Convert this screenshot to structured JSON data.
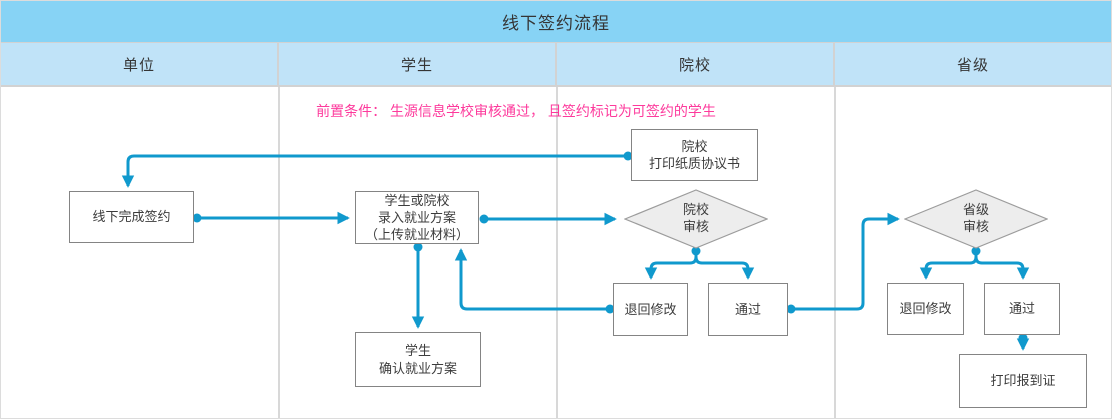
{
  "title": "线下签约流程",
  "lanes": [
    {
      "label": "单位"
    },
    {
      "label": "学生"
    },
    {
      "label": "院校"
    },
    {
      "label": "省级"
    }
  ],
  "precondition": "前置条件： 生源信息学校审核通过， 且签约标记为可签约的学生",
  "nodes": {
    "offline_sign": {
      "lane": "单位",
      "type": "process",
      "lines": [
        "线下完成签约"
      ]
    },
    "print_agreement": {
      "lane": "院校",
      "type": "process",
      "lines": [
        "院校",
        "打印纸质协议书"
      ]
    },
    "enter_plan": {
      "lane": "学生",
      "type": "process",
      "lines": [
        "学生或院校",
        "录入就业方案",
        "（上传就业材料）"
      ]
    },
    "confirm_plan": {
      "lane": "学生",
      "type": "process",
      "lines": [
        "学生",
        "确认就业方案"
      ]
    },
    "college_review": {
      "lane": "院校",
      "type": "decision",
      "lines": [
        "院校",
        "审核"
      ]
    },
    "college_return": {
      "lane": "院校",
      "type": "process",
      "lines": [
        "退回修改"
      ]
    },
    "college_pass": {
      "lane": "院校",
      "type": "process",
      "lines": [
        "通过"
      ]
    },
    "province_review": {
      "lane": "省级",
      "type": "decision",
      "lines": [
        "省级",
        "审核"
      ]
    },
    "province_return": {
      "lane": "省级",
      "type": "process",
      "lines": [
        "退回修改"
      ]
    },
    "province_pass": {
      "lane": "省级",
      "type": "process",
      "lines": [
        "通过"
      ]
    },
    "print_registration": {
      "lane": "省级",
      "type": "process",
      "lines": [
        "打印报到证"
      ]
    }
  },
  "edges": [
    {
      "from": "print_agreement",
      "to": "offline_sign"
    },
    {
      "from": "offline_sign",
      "to": "enter_plan"
    },
    {
      "from": "enter_plan",
      "to": "college_review"
    },
    {
      "from": "college_review",
      "to": "college_return"
    },
    {
      "from": "college_review",
      "to": "college_pass"
    },
    {
      "from": "college_return",
      "to": "enter_plan"
    },
    {
      "from": "enter_plan",
      "to": "confirm_plan"
    },
    {
      "from": "college_pass",
      "to": "province_review"
    },
    {
      "from": "province_review",
      "to": "province_return"
    },
    {
      "from": "province_review",
      "to": "province_pass"
    },
    {
      "from": "province_pass",
      "to": "print_registration"
    }
  ],
  "colors": {
    "accent": "#1099cd",
    "title-bar": "#87d3f5",
    "lane-header": "#c0e3f8",
    "precondition": "#fd3a9c",
    "node-border": "#848484",
    "decision-fill": "#ededed"
  }
}
